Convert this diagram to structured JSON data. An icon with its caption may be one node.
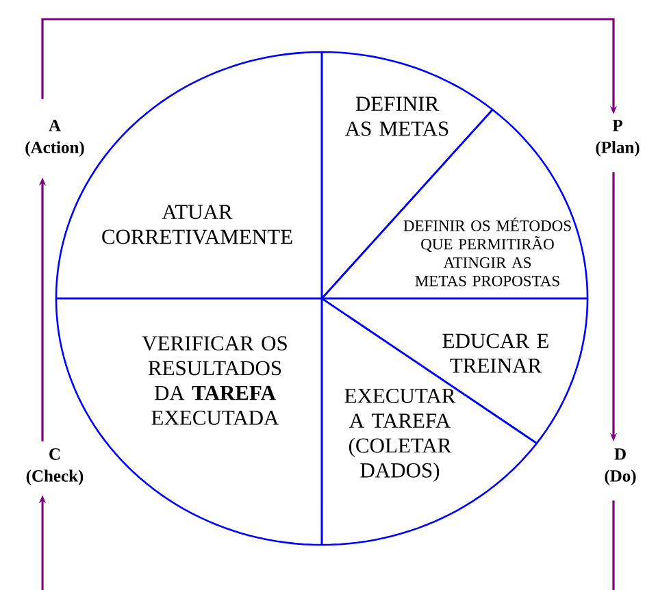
{
  "diagram": {
    "nodes": [
      {
        "text": [
          "ATUAR CORRETIVAMENTE"
        ]
      },
      {
        "text": [
          "DEFINIR AS METAS"
        ]
      },
      {
        "text": [
          "DEFINIR OS MÉTODOS QUE PERMITIRÃO ATINGIR AS METAS PROPOSTAS"
        ]
      },
      {
        "text": [
          "EDUCAR E TREINAR"
        ]
      },
      {
        "text": [
          "VERIFICAR OS RESULTADOS DA **TAREFA** EXECUTADA"
        ]
      },
      {
        "text": [
          "EXECUTAR A TAREFA (COLETAR DADOS)"
        ]
      },
      {
        "text": [
          "A",
          "(Action)"
        ]
      },
      {
        "text": [
          "P",
          "(Plan)"
        ]
      },
      {
        "text": [
          "C",
          "(Check)"
        ]
      },
      {
        "text": [
          "D",
          "(Do)"
        ]
      }
    ],
    "edges": [
      {
        "from": 6,
        "to": 7,
        "arrow": "to"
      },
      {
        "from": 7,
        "to": 9,
        "arrow": "to"
      },
      {
        "from": 9,
        "to": null,
        "arrow": "none"
      },
      {
        "from": null,
        "to": 8,
        "arrow": "to"
      },
      {
        "from": 8,
        "to": 6,
        "arrow": "to"
      }
    ]
  }
}
